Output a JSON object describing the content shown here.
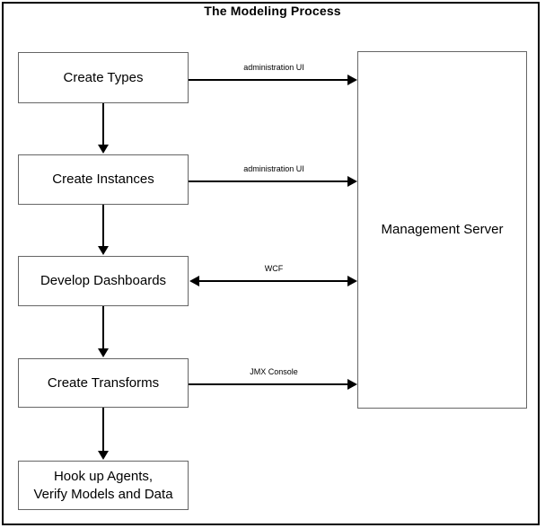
{
  "diagram": {
    "title": "The Modeling Process",
    "type": "flowchart",
    "background_color": "#ffffff",
    "frame_color": "#000000",
    "node_border_color": "#666666",
    "connector_color": "#000000",
    "process_nodes": [
      {
        "id": "create-types",
        "label": "Create Types"
      },
      {
        "id": "create-instances",
        "label": "Create Instances"
      },
      {
        "id": "develop-dashboards",
        "label": "Develop Dashboards"
      },
      {
        "id": "create-transforms",
        "label": "Create Transforms"
      },
      {
        "id": "hook-up-agents",
        "label": "Hook up Agents,\nVerify Models and Data"
      }
    ],
    "server_node": {
      "id": "management-server",
      "label": "Management Server"
    },
    "flow_connectors": [
      {
        "from": "create-types",
        "to": "create-instances",
        "direction": "down"
      },
      {
        "from": "create-instances",
        "to": "develop-dashboards",
        "direction": "down"
      },
      {
        "from": "develop-dashboards",
        "to": "create-transforms",
        "direction": "down"
      },
      {
        "from": "create-transforms",
        "to": "hook-up-agents",
        "direction": "down"
      }
    ],
    "server_connectors": [
      {
        "from": "create-types",
        "to": "management-server",
        "label": "administration UI",
        "direction": "right"
      },
      {
        "from": "create-instances",
        "to": "management-server",
        "label": "administration UI",
        "direction": "right"
      },
      {
        "from": "develop-dashboards",
        "to": "management-server",
        "label": "WCF",
        "direction": "bidirectional"
      },
      {
        "from": "create-transforms",
        "to": "management-server",
        "label": "JMX Console",
        "direction": "right"
      }
    ]
  }
}
